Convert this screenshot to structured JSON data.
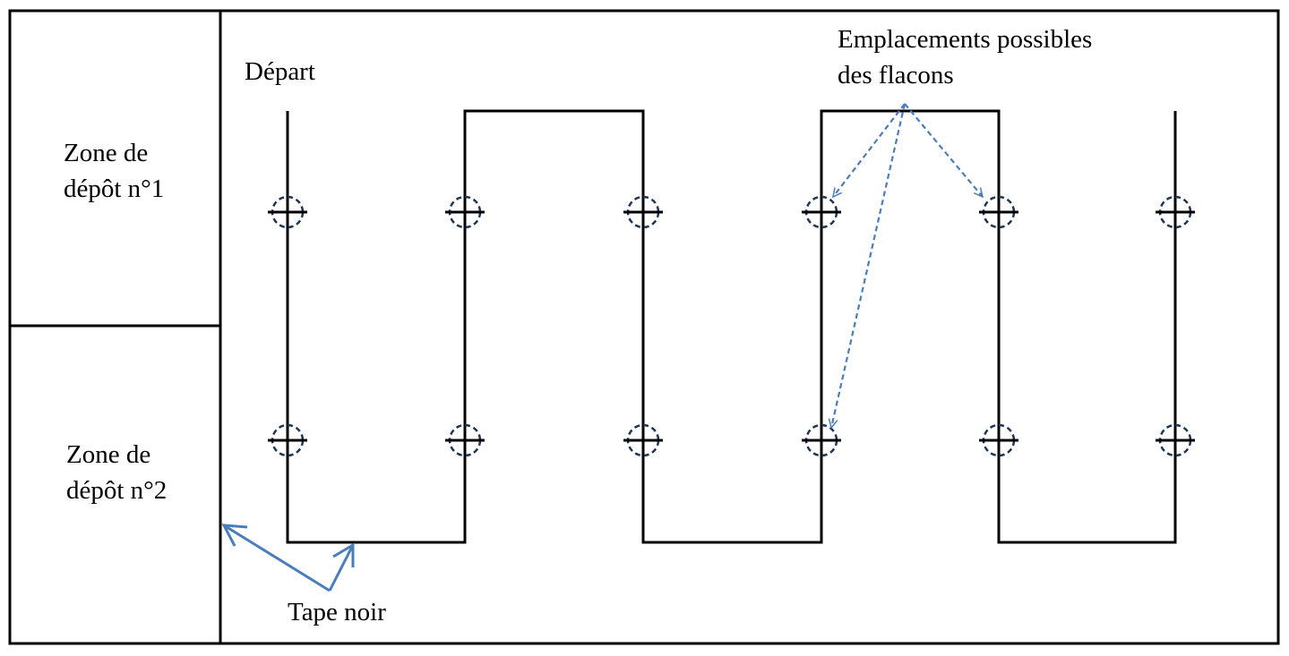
{
  "zones": {
    "zone1": {
      "line1": "Zone de",
      "line2": "dépôt n°1"
    },
    "zone2": {
      "line1": "Zone de",
      "line2": "dépôt n°2"
    }
  },
  "start_label": "Départ",
  "annotations": {
    "bottle_locations": {
      "line1": "Emplacements possibles",
      "line2": "des flacons"
    },
    "tape": "Tape noir"
  },
  "colors": {
    "line": "#000000",
    "annotation_arrow": "#4a7ebb",
    "bottle_marker": "#1f3550"
  }
}
